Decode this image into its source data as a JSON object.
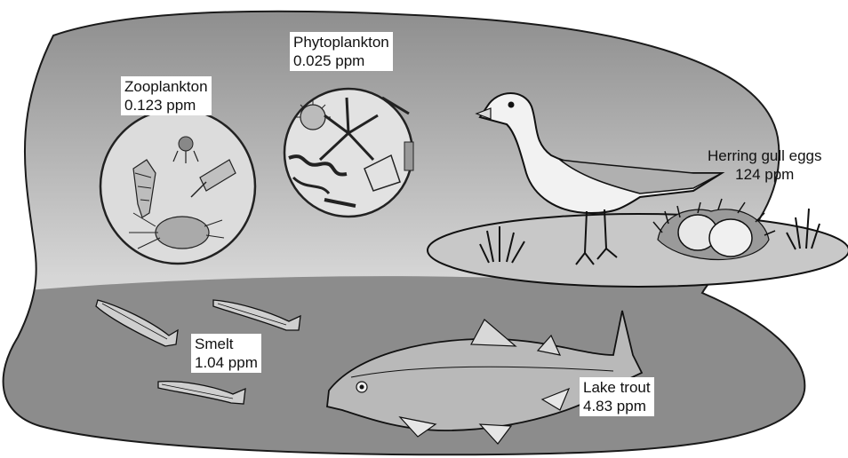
{
  "labels": {
    "zooplankton": {
      "name": "Zooplankton",
      "value": "0.123  ppm"
    },
    "phytoplankton": {
      "name": "Phytoplankton",
      "value": "0.025 ppm"
    },
    "herring_gull_eggs": {
      "name": "Herring gull eggs",
      "value": "124 ppm"
    },
    "smelt": {
      "name": "Smelt",
      "value": "1.04 ppm"
    },
    "lake_trout": {
      "name": "Lake trout",
      "value": "4.83 ppm"
    }
  },
  "colors": {
    "sky_top": "#9a9a9a",
    "sky_bottom": "#dcdcdc",
    "water": "#8c8c8c",
    "island": "#c8c8c8",
    "outline": "#1a1a1a",
    "fish": "#b8b8b8"
  }
}
